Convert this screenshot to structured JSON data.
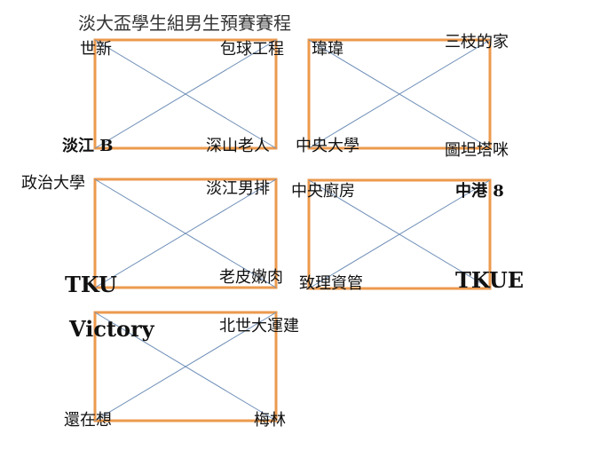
{
  "title": "淡大盃學生組男生預賽賽程",
  "groups": [
    {
      "teams": [
        "世新",
        "包球工程",
        "淡江 B",
        "深山老人"
      ]
    },
    {
      "teams": [
        "瑋瑋",
        "三枝的家",
        "中央大學",
        "圖坦塔咪"
      ]
    },
    {
      "teams": [
        "政治大學",
        "淡江男排",
        "TKU",
        "老皮嫩肉"
      ]
    },
    {
      "teams": [
        "中央廚房",
        "中港 8",
        "致理資管",
        "TKUE"
      ]
    },
    {
      "teams": [
        "Victory",
        "北世大運建",
        "還在想",
        "梅林"
      ]
    }
  ],
  "colors": {
    "box": "#ec9a4e",
    "line": "#6f8fb8"
  }
}
